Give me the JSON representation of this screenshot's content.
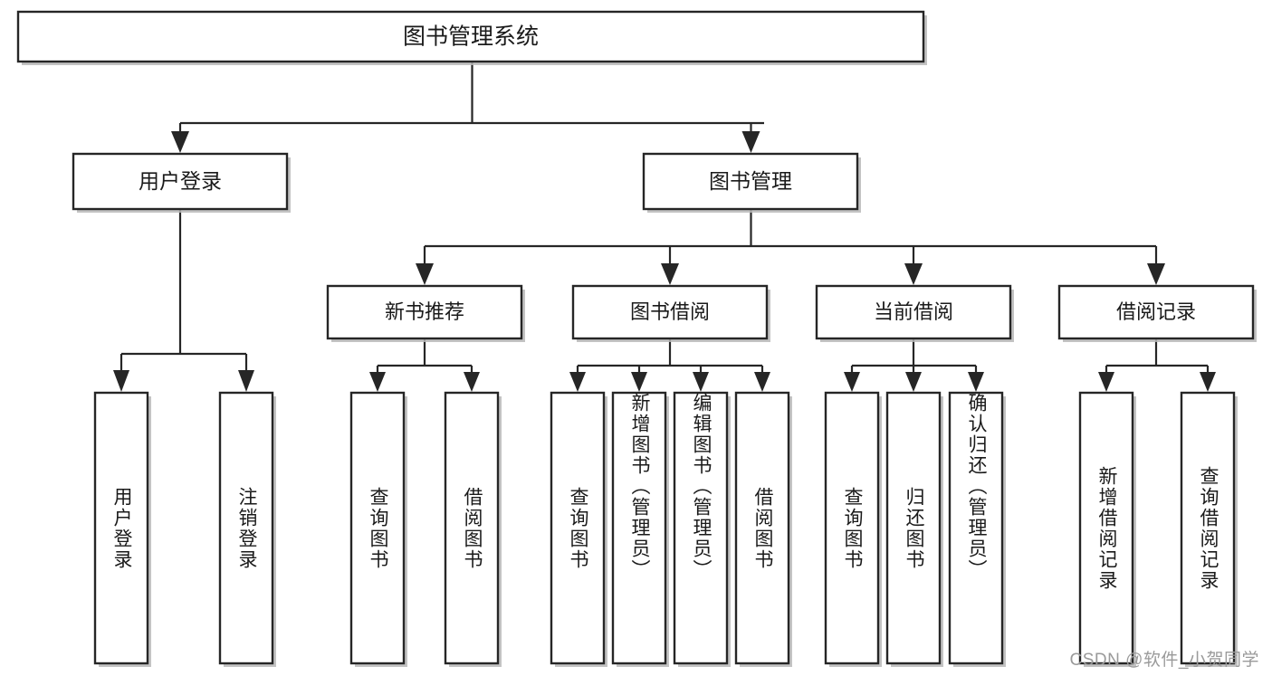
{
  "diagram": {
    "title": "图书管理系统",
    "type": "tree",
    "watermark": "CSDN @软件_小贺同学",
    "colors": {
      "box_fill": "#ffffff",
      "box_stroke": "#262626",
      "shadow": "#b8b8b8",
      "text": "#1a1a1a",
      "watermark_text": "#9a9a9a",
      "background": "#ffffff"
    },
    "levels": {
      "root": {
        "label": "图书管理系统"
      },
      "level2": [
        {
          "id": "user-login",
          "label": "用户登录"
        },
        {
          "id": "book-management",
          "label": "图书管理"
        }
      ],
      "level3": [
        {
          "id": "new-book-recommend",
          "label": "新书推荐",
          "parent": "book-management"
        },
        {
          "id": "book-borrow",
          "label": "图书借阅",
          "parent": "book-management"
        },
        {
          "id": "current-borrow",
          "label": "当前借阅",
          "parent": "book-management"
        },
        {
          "id": "borrow-record",
          "label": "借阅记录",
          "parent": "book-management"
        }
      ],
      "leaves": [
        {
          "id": "leaf-user-login",
          "label": "用户登录",
          "parent": "user-login"
        },
        {
          "id": "leaf-logout-login",
          "label": "注销登录",
          "parent": "user-login"
        },
        {
          "id": "leaf-query-book-1",
          "label": "查询图书",
          "parent": "new-book-recommend"
        },
        {
          "id": "leaf-borrow-book-1",
          "label": "借阅图书",
          "parent": "new-book-recommend"
        },
        {
          "id": "leaf-query-book-2",
          "label": "查询图书",
          "parent": "book-borrow"
        },
        {
          "id": "leaf-add-book",
          "label": "新增图书（管理员）",
          "parent": "book-borrow"
        },
        {
          "id": "leaf-edit-book",
          "label": "编辑图书（管理员）",
          "parent": "book-borrow"
        },
        {
          "id": "leaf-borrow-book-2",
          "label": "借阅图书",
          "parent": "book-borrow"
        },
        {
          "id": "leaf-query-book-3",
          "label": "查询图书",
          "parent": "current-borrow"
        },
        {
          "id": "leaf-return-book",
          "label": "归还图书",
          "parent": "current-borrow"
        },
        {
          "id": "leaf-confirm-return",
          "label": "确认归还（管理员）",
          "parent": "current-borrow"
        },
        {
          "id": "leaf-add-record",
          "label": "新增借阅记录",
          "parent": "borrow-record"
        },
        {
          "id": "leaf-query-record",
          "label": "查询借阅记录",
          "parent": "borrow-record"
        }
      ]
    }
  }
}
